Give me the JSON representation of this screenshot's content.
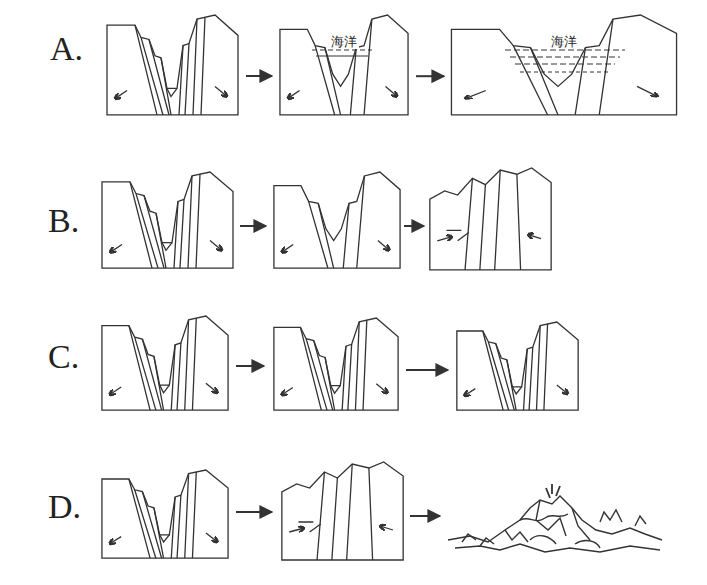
{
  "diagram": {
    "nodes": [
      {
        "text": [
          "海洋"
        ]
      },
      {
        "text": [
          "海洋"
        ]
      }
    ],
    "edges": [
      {
        "from": 0,
        "to": 1,
        "arrow": "to"
      }
    ],
    "labels": [
      "A.",
      "B.",
      "C.",
      "D."
    ]
  }
}
